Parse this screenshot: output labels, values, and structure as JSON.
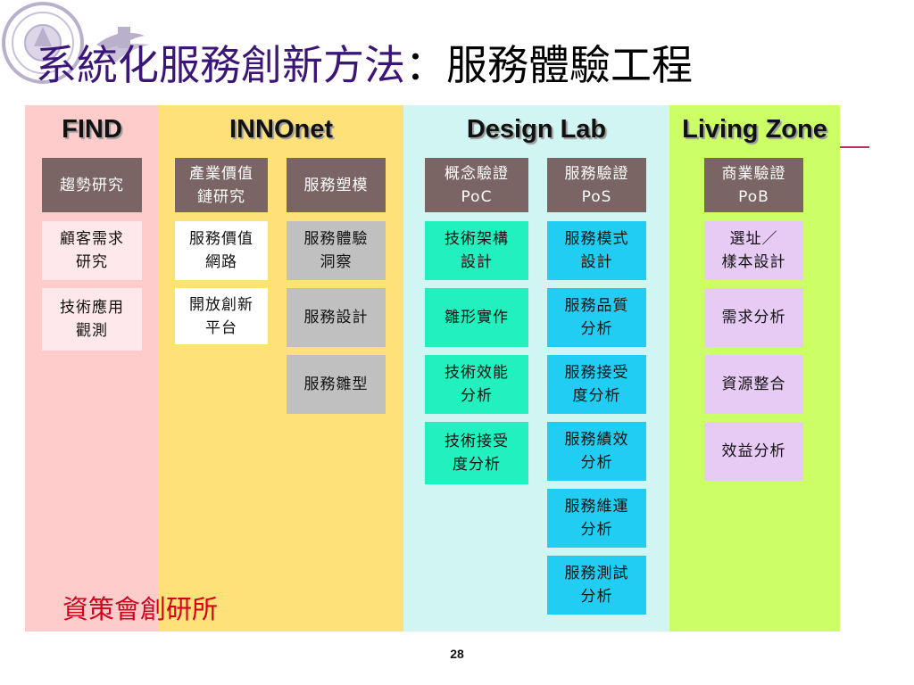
{
  "title": {
    "part1": "系統化服務創新方法",
    "part2": "：服務體驗工程"
  },
  "columns": {
    "find": "FIND",
    "innonet": "INNOnet",
    "design_lab": "Design Lab",
    "living_zone": "Living Zone"
  },
  "find": [
    "趨勢研究",
    "顧客需求\n研究",
    "技術應用\n觀測"
  ],
  "innonet_left": [
    "產業價值\n鏈研究",
    "服務價值\n網路",
    "開放創新\n平台"
  ],
  "innonet_right": [
    "服務塑模",
    "服務體驗\n洞察",
    "服務設計",
    "服務雛型"
  ],
  "design_left": [
    "概念驗證\nPoC",
    "技術架構\n設計",
    "雛形實作",
    "技術效能\n分析",
    "技術接受\n度分析"
  ],
  "design_right": [
    "服務驗證\nPoS",
    "服務模式\n設計",
    "服務品質\n分析",
    "服務接受\n度分析",
    "服務績效\n分析",
    "服務維運\n分析",
    "服務測試\n分析"
  ],
  "living": [
    "商業驗證\nPoB",
    "選址／\n樣本設計",
    "需求分析",
    "資源整合",
    "效益分析"
  ],
  "org_label": "資策會創研所",
  "page_number": "28",
  "colors": {
    "title_purple": "#3b1677",
    "find_bg": "#ffcccc",
    "innonet_bg": "#ffe17a",
    "design_bg": "#d0f5f3",
    "living_bg": "#ccff66",
    "org_red": "#d4001c"
  }
}
